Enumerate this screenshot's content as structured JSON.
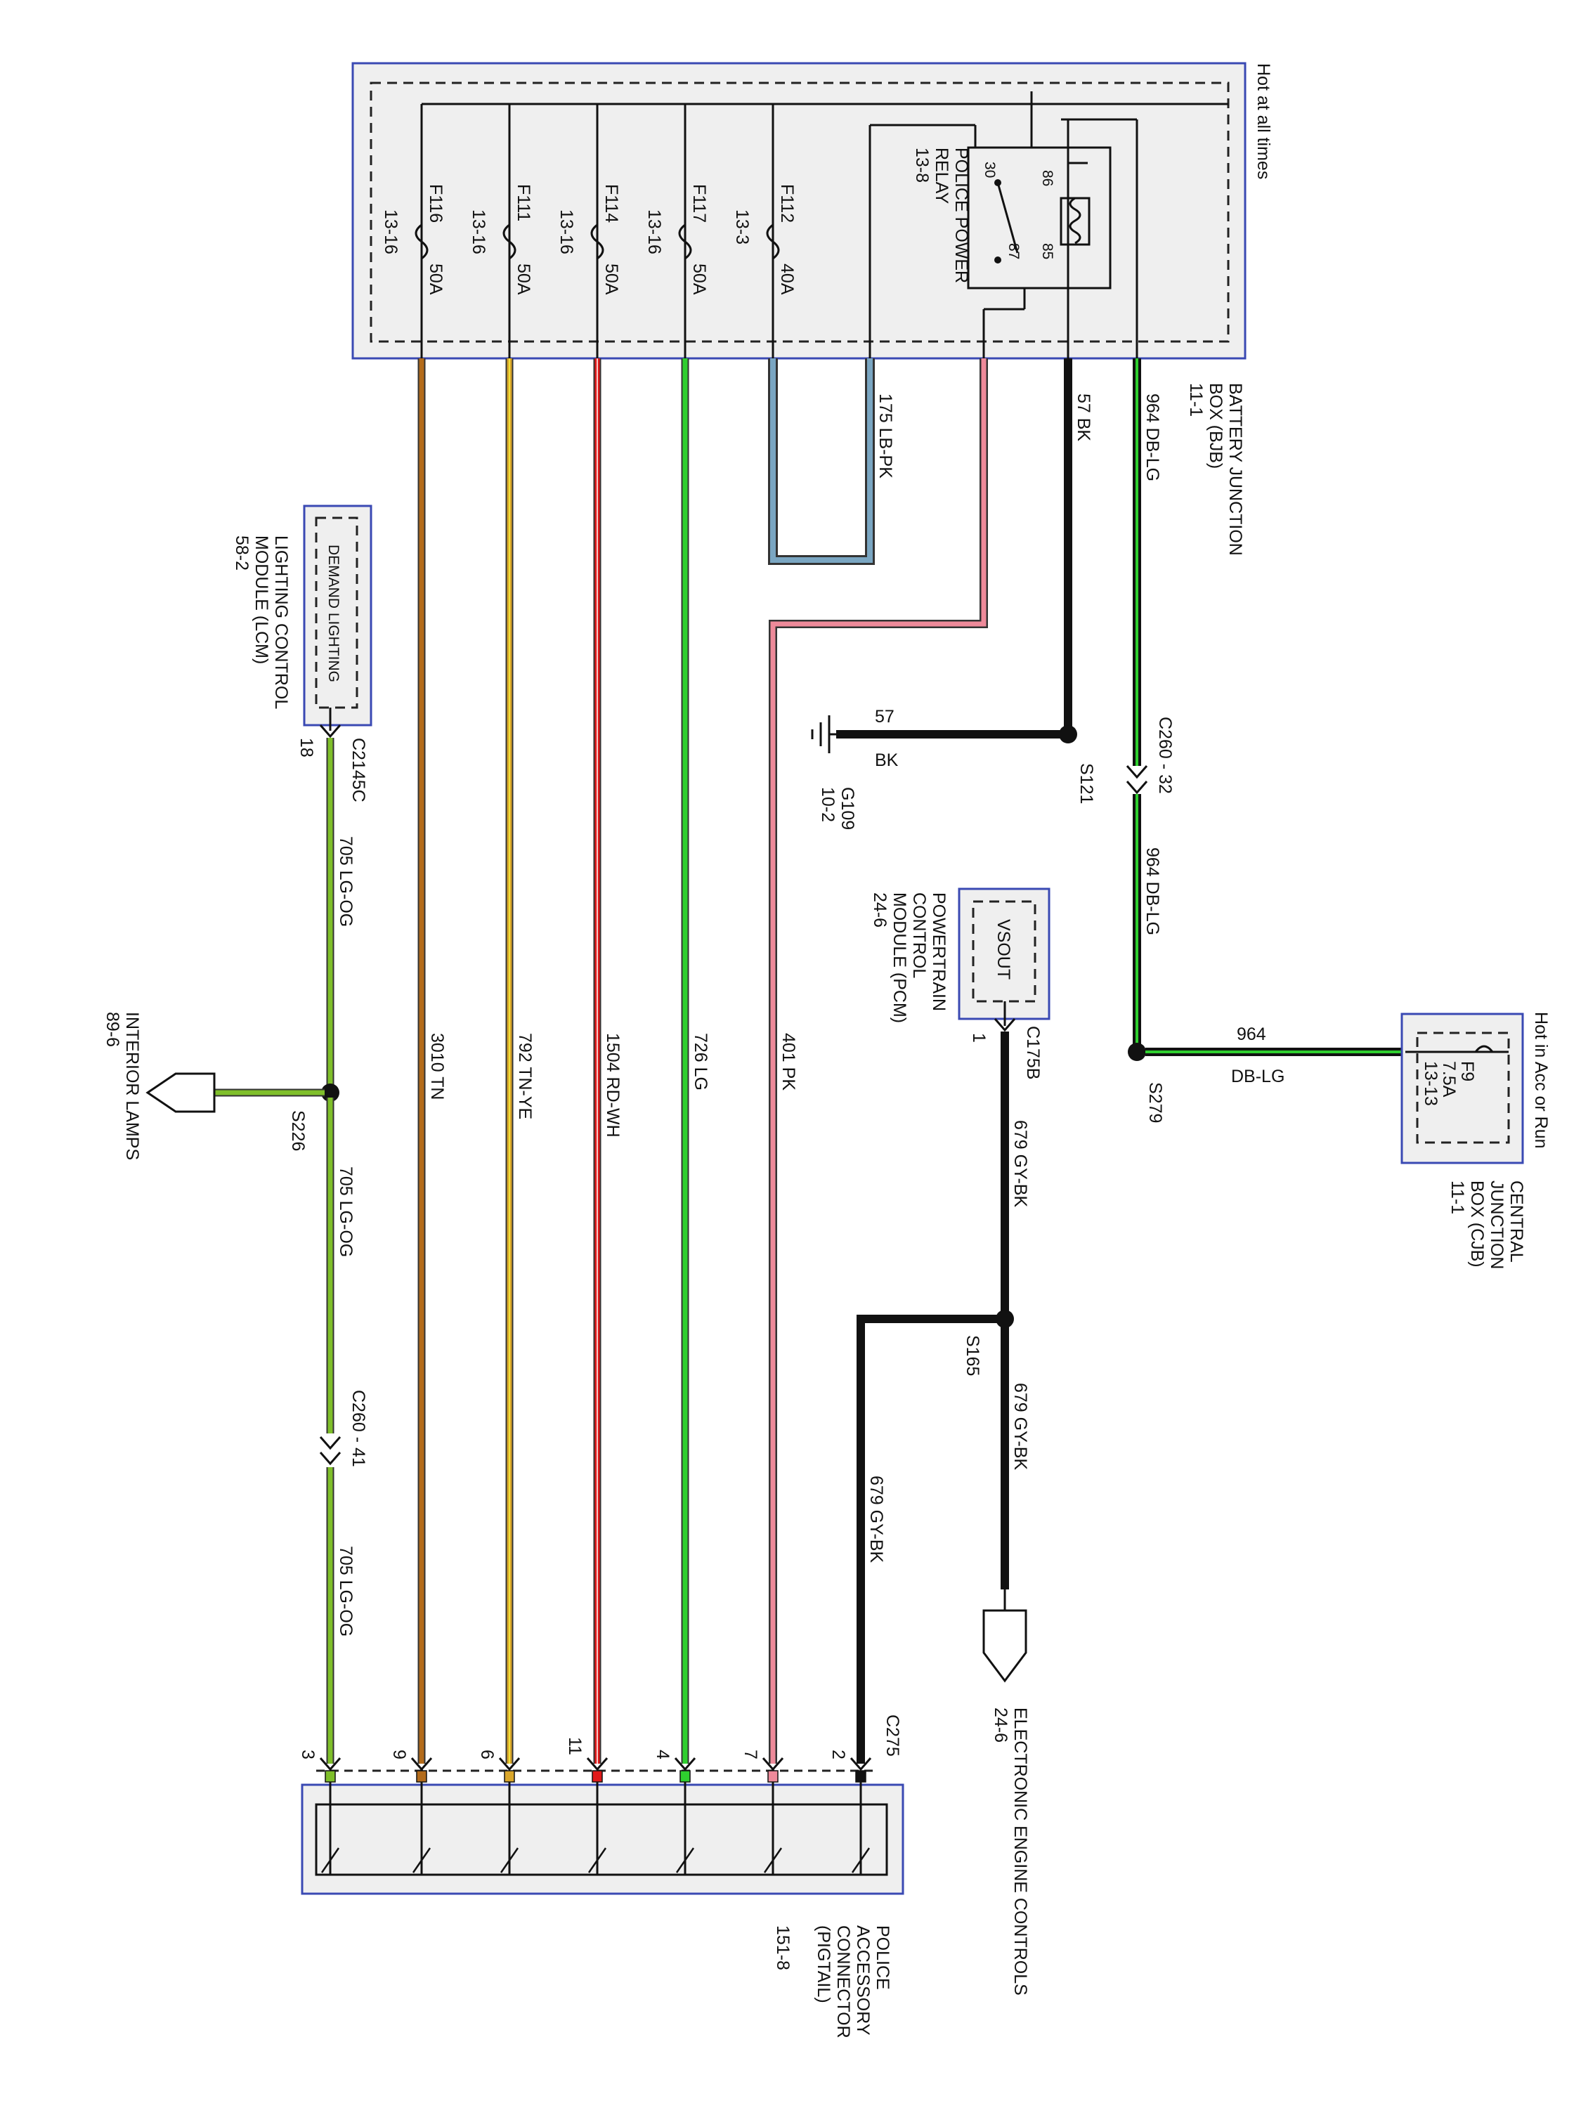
{
  "header": {
    "bjb_note": "Hot at all times",
    "cjb_note": "Hot in Acc or Run"
  },
  "fuses": [
    {
      "id": "F116",
      "amp": "50A",
      "ref": "13-16"
    },
    {
      "id": "F111",
      "amp": "50A",
      "ref": "13-16"
    },
    {
      "id": "F114",
      "amp": "50A",
      "ref": "13-16"
    },
    {
      "id": "F117",
      "amp": "50A",
      "ref": "13-16"
    },
    {
      "id": "F112",
      "amp": "40A",
      "ref": "13-3"
    }
  ],
  "relay": {
    "name_1": "POLICE POWER",
    "name_2": "RELAY",
    "ref": "13-8",
    "pin_86": "86",
    "pin_85": "85",
    "pin_30": "30",
    "pin_87": "87"
  },
  "bjb": {
    "name_1": "BATTERY JUNCTION",
    "name_2": "BOX (BJB)",
    "ref": "11-1"
  },
  "cjb": {
    "name_1": "CENTRAL",
    "name_2": "JUNCTION",
    "name_3": "BOX (CJB)",
    "ref": "11-1",
    "fuse_id": "F9",
    "fuse_amp": "7.5A",
    "fuse_ref": "13-13"
  },
  "lcm": {
    "inner": "DEMAND LIGHTING",
    "name_1": "LIGHTING CONTROL",
    "name_2": "MODULE (LCM)",
    "ref": "58-2",
    "connector": "C2145C",
    "pin": "18"
  },
  "pcm": {
    "inner": "VSOUT",
    "name_1": "POWERTRAIN",
    "name_2": "CONTROL",
    "name_3": "MODULE (PCM)",
    "ref": "24-6",
    "connector": "C175B",
    "pin": "1"
  },
  "ground": {
    "wire_num": "57",
    "wire_color": "BK",
    "name": "G109",
    "ref": "10-2"
  },
  "splices": {
    "s121": "S121",
    "s279": "S279",
    "s165": "S165",
    "s226": "S226"
  },
  "connectors": {
    "c260_32": "C260 - 32",
    "c260_41": "C260 - 41",
    "c275": "C275"
  },
  "interior_lamps": {
    "name": "INTERIOR LAMPS",
    "ref": "89-6"
  },
  "eec": {
    "name": "ELECTRONIC ENGINE CONTROLS",
    "ref": "24-6"
  },
  "police_connector": {
    "name_1": "POLICE",
    "name_2": "ACCESSORY",
    "name_3": "CONNECTOR",
    "name_4": "(PIGTAIL)",
    "ref": "151-8",
    "pins": [
      "3",
      "9",
      "6",
      "11",
      "4",
      "7",
      "2"
    ]
  },
  "wire_labels": {
    "w964_top": "964   DB-LG",
    "w57_top": "57   BK",
    "w175_top": "175   LB-PK",
    "w964_mid": "964   DB-LG",
    "w964_h_num": "964",
    "w964_h_color": "DB-LG",
    "w679_a": "679   GY-BK",
    "w679_b": "679   GY-BK",
    "w679_c": "679   GY-BK",
    "w401": "401   PK",
    "w726": "726   LG",
    "w1504": "1504   RD-WH",
    "w792": "792   TN-YE",
    "w3010": "3010   TN",
    "w705_a": "705   LG-OG",
    "w705_b": "705   LG-OG",
    "w705_c": "705   LG-OG"
  },
  "colors": {
    "box_border": "#3a49b3",
    "wire_black": "#111111",
    "wire_tan": "#b36b1a",
    "wire_tan_yellow": "#d9a62a",
    "wire_red": "#e01a1a",
    "wire_green": "#2fcf2f",
    "wire_pink": "#ee8a9a",
    "wire_light_blue": "#7aa6c2",
    "wire_lg_og": "#7fbf2a"
  }
}
